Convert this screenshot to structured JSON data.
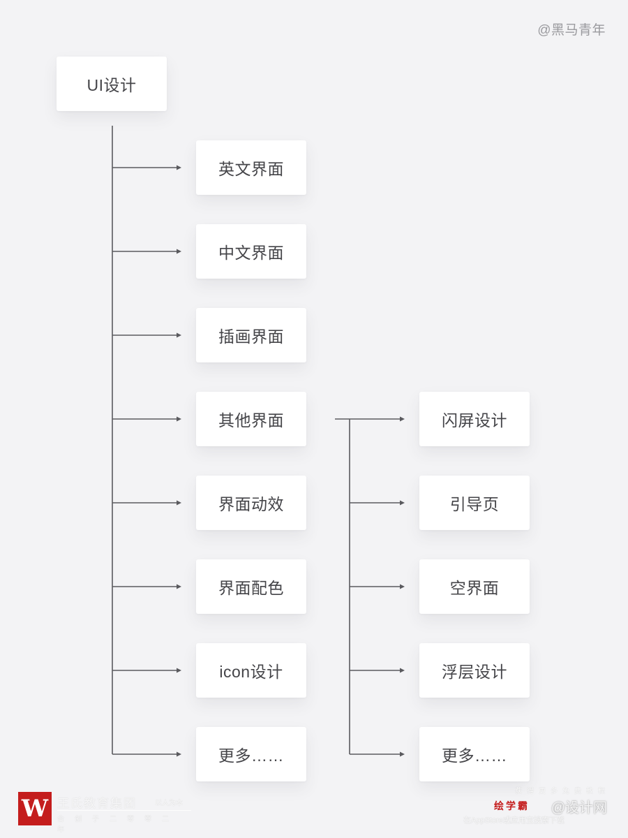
{
  "watermark": "@黑马青年",
  "diagram": {
    "root": {
      "id": "root",
      "label": "UI设计"
    },
    "level1": [
      {
        "id": "en",
        "label": "英文界面"
      },
      {
        "id": "cn",
        "label": "中文界面"
      },
      {
        "id": "illus",
        "label": "插画界面"
      },
      {
        "id": "other",
        "label": "其他界面"
      },
      {
        "id": "motion",
        "label": "界面动效"
      },
      {
        "id": "color",
        "label": "界面配色"
      },
      {
        "id": "icon",
        "label": "icon设计"
      },
      {
        "id": "more1",
        "label": "更多……"
      }
    ],
    "level2_parent": "other",
    "level2": [
      {
        "id": "splash",
        "label": "闪屏设计"
      },
      {
        "id": "guide",
        "label": "引导页"
      },
      {
        "id": "empty",
        "label": "空界面"
      },
      {
        "id": "overlay",
        "label": "浮层设计"
      },
      {
        "id": "more2",
        "label": "更多……"
      }
    ],
    "line_color": "#5a5a5e"
  },
  "footer": {
    "logo_glyph": "W",
    "org_name": "王氏教育集团",
    "org_slogan": "以人为本",
    "org_sub": "合创子二零零二年",
    "promo_top": "获得更多免费教程",
    "promo_brand": "绘学霸",
    "promo_site": "@设计网",
    "promo_bottom": "在AppStore或应用宝搜索下载"
  }
}
